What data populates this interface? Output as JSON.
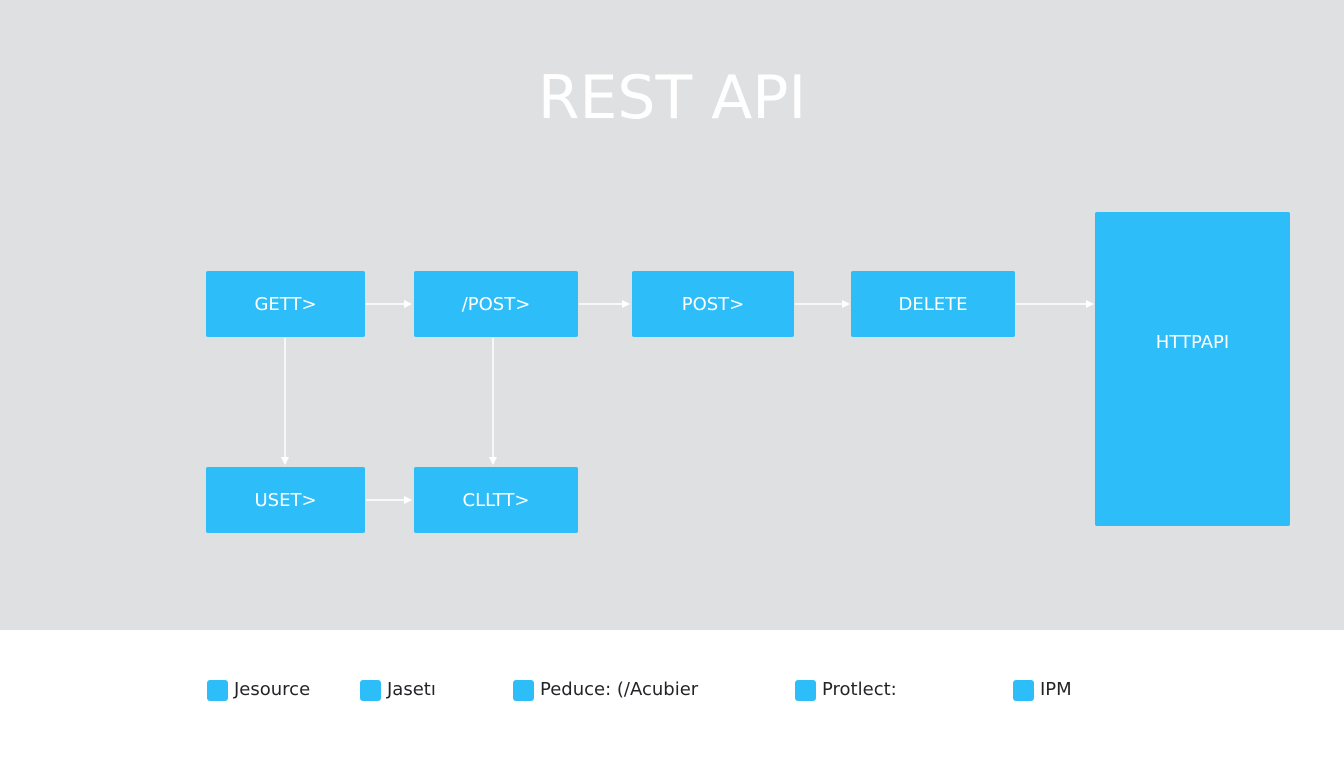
{
  "title": "REST API",
  "colors": {
    "background": "#dfe0e2",
    "node_fill": "#2dbdf9",
    "node_text": "#ffffff",
    "connector": "#ffffff",
    "legend_background": "#ffffff",
    "legend_text": "#222427"
  },
  "nodes": {
    "get": "GETT>",
    "post_path": "/POST>",
    "post": "POST>",
    "delete": "DELETE",
    "httpapi": "HTTPAPI",
    "uset": "USET>",
    "cllt": "CLLTT>"
  },
  "connections": [
    {
      "from": "GETT>",
      "to": "/POST>"
    },
    {
      "from": "/POST>",
      "to": "POST>"
    },
    {
      "from": "POST>",
      "to": "DELETE"
    },
    {
      "from": "DELETE",
      "to": "HTTPAPI"
    },
    {
      "from": "GETT>",
      "to": "USET>"
    },
    {
      "from": "/POST>",
      "to": "CLLTT>"
    },
    {
      "from": "USET>",
      "to": "CLLTT>"
    }
  ],
  "legend": [
    {
      "label": "Jesource",
      "color": "#2dbdf9"
    },
    {
      "label": "Jasetı",
      "color": "#2dbdf9"
    },
    {
      "label": "Peduce: (/Acubier",
      "color": "#2dbdf9"
    },
    {
      "label": "Protlect:",
      "color": "#2dbdf9"
    },
    {
      "label": "IPM",
      "color": "#2dbdf9"
    }
  ]
}
